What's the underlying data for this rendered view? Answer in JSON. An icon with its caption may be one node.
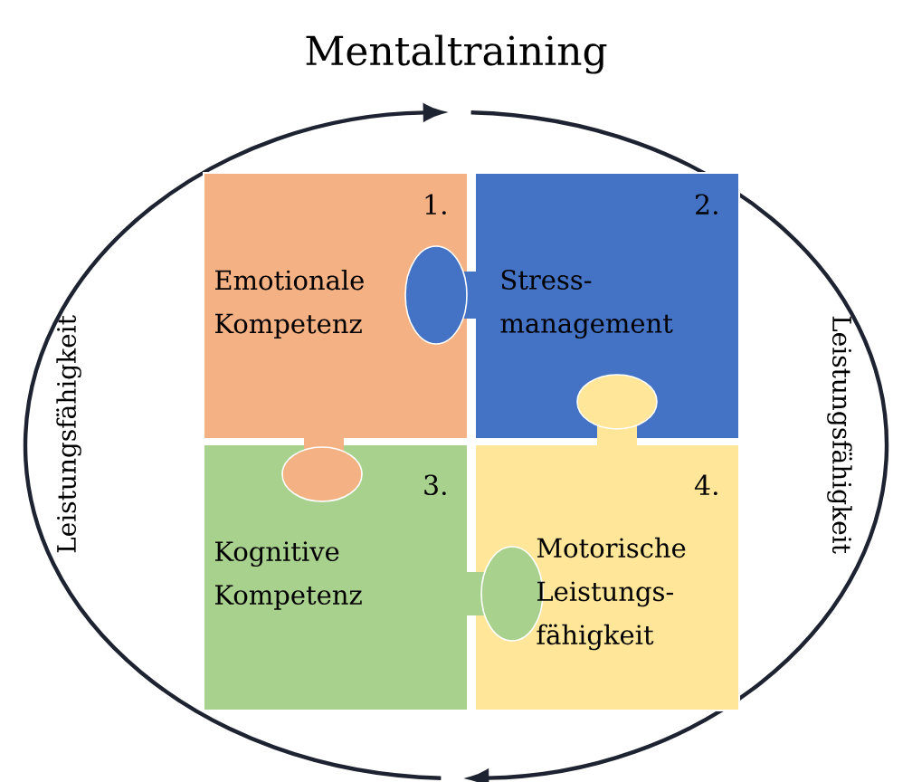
{
  "diagram": {
    "title": "Mentaltraining",
    "nodes": [
      {
        "text": [
          "1.",
          "Emotionale Kompetenz"
        ]
      },
      {
        "text": [
          "2.",
          "Stress-management"
        ]
      },
      {
        "text": [
          "3.",
          "Kognitive Kompetenz"
        ]
      },
      {
        "text": [
          "4.",
          "Motorische Leistungs-fähigkeit"
        ]
      }
    ],
    "labels": [
      "Leistungsfähigkeit",
      "Leistungsfähigkeit"
    ]
  }
}
